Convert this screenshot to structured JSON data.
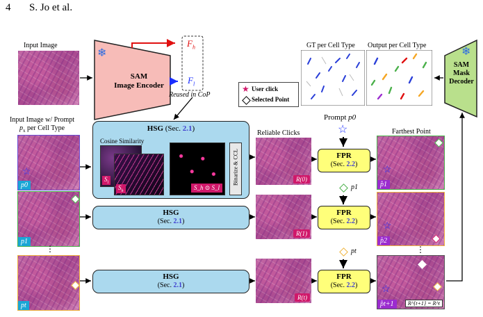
{
  "header": {
    "page_number": "4",
    "authors": "S. Jo et al."
  },
  "labels": {
    "input_image": "Input Image",
    "input_prompt_line1": "Input Image w/ Prompt",
    "input_prompt_line2": "per Cell Type",
    "prompt_symbol": "p",
    "prompt_sub": "x",
    "encoder_line1": "SAM",
    "encoder_line2": "Image Encoder",
    "feat_high": "F",
    "feat_high_sub": "h",
    "feat_low": "F",
    "feat_low_sub": "l",
    "reused": "Reused in CoP",
    "gt_title": "GT per Cell Type",
    "out_title": "Output per Cell Type",
    "legend_click": "User click",
    "legend_selected": "Selected Point",
    "decoder_line1": "SAM",
    "decoder_line2": "Mask",
    "decoder_line3": "Decoder",
    "cosine": "Cosine Similarity",
    "s_l": "S",
    "s_l_sub": "l",
    "s_h": "S",
    "s_h_sub": "h",
    "prod": "S_h ⊙ S_l",
    "binarize": "Binarize & CCL",
    "reliable": "Reliable Clicks",
    "prompt_top": "Prompt",
    "farthest": "Farthest Point",
    "hsg": "HSG",
    "hsg_sec_prefix": "(Sec. ",
    "hsg_sec_num": "2.1",
    "hsg_sec_suffix": ")",
    "fpr": "FPR",
    "fpr_sec_prefix": "(Sec. ",
    "fpr_sec_num": "2.2",
    "fpr_sec_suffix": ")",
    "dots": "⋮",
    "recurrence": "R^{t+1} = R^t"
  },
  "rows": [
    {
      "tag": "p0",
      "tag_color": "#1aa6d6",
      "r_tag": "R(0)",
      "prompt": "p0",
      "out_tag": "p̂1",
      "out_tag_color": "#9b2ccf",
      "frame_color": "#6a4ed6"
    },
    {
      "tag": "p1",
      "tag_color": "#1aa6d6",
      "r_tag": "R(1)",
      "prompt": "p1",
      "out_tag": "p̂2",
      "out_tag_color": "#9b2ccf",
      "frame_color": "#4ab04a"
    },
    {
      "tag": "pt",
      "tag_color": "#1aa6d6",
      "r_tag": "R(t)",
      "prompt": "pt",
      "out_tag": "p̂t+1",
      "out_tag_color": "#9b2ccf",
      "frame_color": "#f0b43c"
    }
  ],
  "colors": {
    "encoder_fill": "#f7bcb8",
    "decoder_fill": "#b9e08c",
    "hsg_fill": "#abd9ee",
    "fpr_fill": "#ffff7a",
    "arrow_red": "#e01010",
    "arrow_blue": "#1a2dff",
    "tag_pink": "#d0186a",
    "green_frame": "#4ab04a",
    "orange_frame": "#f0b43c",
    "blue_frame": "#6a4ed6"
  }
}
